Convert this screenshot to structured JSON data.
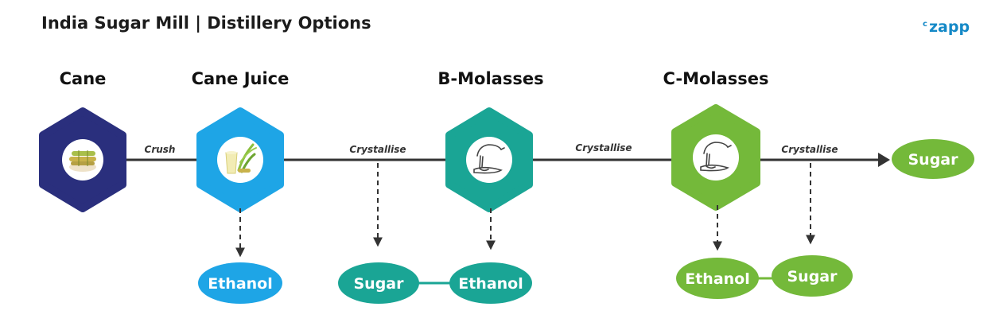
{
  "header": {
    "title": "India Sugar Mill | Distillery Options"
  },
  "brand": {
    "prefix": "c",
    "name": "zapp"
  },
  "colors": {
    "cane": "#2a2f7d",
    "cane_juice": "#1ea5e6",
    "b_molasses": "#1aa595",
    "c_molasses": "#74b93a",
    "line": "#333333"
  },
  "stages": [
    {
      "label": "Cane",
      "icon": "sugarcane-bundle-icon"
    },
    {
      "label": "Cane Juice",
      "icon": "cane-juice-glass-icon"
    },
    {
      "label": "B-Molasses",
      "icon": "molasses-pour-icon"
    },
    {
      "label": "C-Molasses",
      "icon": "molasses-pour-icon"
    }
  ],
  "edges": [
    {
      "label": "Crush"
    },
    {
      "label": "Crystallise"
    },
    {
      "label": "Crystallise"
    },
    {
      "label": "Crystallise"
    }
  ],
  "outputs": [
    {
      "label": "Sugar"
    },
    {
      "label": "Ethanol"
    },
    {
      "label": "Sugar"
    },
    {
      "label": "Ethanol"
    },
    {
      "label": "Ethanol"
    },
    {
      "label": "Sugar"
    }
  ]
}
